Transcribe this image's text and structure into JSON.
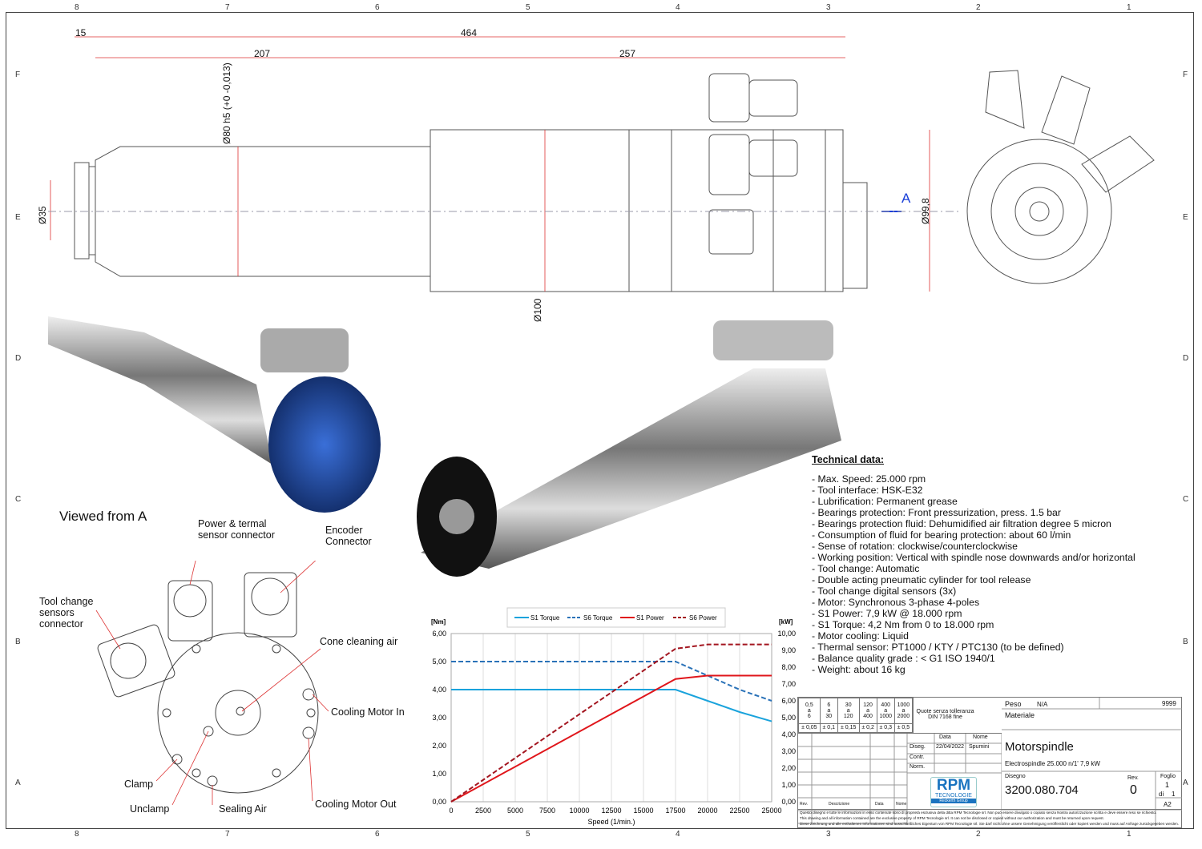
{
  "grid": {
    "columns": [
      "8",
      "7",
      "6",
      "5",
      "4",
      "3",
      "2",
      "1"
    ],
    "rows": [
      "F",
      "E",
      "D",
      "C",
      "B",
      "A"
    ]
  },
  "dimensions": {
    "d15": "15",
    "d464": "464",
    "d207": "207",
    "d257": "257",
    "dia80": "Ø80 h5 (+0 -0,013)",
    "dia35": "Ø35",
    "dia100": "Ø100",
    "dia99": "Ø99,8",
    "view_marker": "A"
  },
  "view_title": "Viewed from A",
  "callouts": {
    "power": "Power & termal sensor connector",
    "encoder": "Encoder Connector",
    "toolchange": "Tool change sensors connector",
    "cone": "Cone cleaning air",
    "cool_in": "Cooling Motor In",
    "cool_out": "Cooling Motor Out",
    "clamp": "Clamp",
    "unclamp": "Unclamp",
    "sealing": "Sealing Air"
  },
  "technical": {
    "title": "Technical data:",
    "items": [
      "- Max. Speed: 25.000 rpm",
      "- Tool interface: HSK-E32",
      "- Lubrification: Permanent grease",
      "- Bearings protection: Front pressurization, press. 1.5 bar",
      "- Bearings protection fluid: Dehumidified air filtration degree 5 micron",
      "- Consumption of fluid for bearing protection: about 60 l/min",
      "- Sense of rotation: clockwise/counterclockwise",
      "- Working position: Vertical with spindle nose downwards and/or horizontal",
      "- Tool change: Automatic",
      "- Double acting pneumatic cylinder for tool release",
      "- Tool change digital sensors (3x)",
      "- Motor: Synchronous 3-phase 4-poles",
      "- S1 Power: 7,9 kW @ 18.000 rpm",
      "- S1 Torque: 4,2 Nm from 0 to 18.000 rpm",
      "- Motor cooling: Liquid",
      "- Thermal sensor:  PT1000 / KTY / PTC130 (to be defined)",
      "- Balance quality grade : < G1 ISO 1940/1",
      "- Weight: about 16 kg"
    ]
  },
  "chart_data": {
    "type": "line",
    "xlabel": "Speed (1/min.)",
    "ylabel": "[Nm]",
    "y2label": "[kW]",
    "xlim": [
      0,
      25000
    ],
    "ylim": [
      0,
      6
    ],
    "y2lim": [
      0,
      10
    ],
    "xticks": [
      "0",
      "2500",
      "5000",
      "7500",
      "10000",
      "12500",
      "15000",
      "17500",
      "20000",
      "22500",
      "25000"
    ],
    "yticks": [
      "0,00",
      "1,00",
      "2,00",
      "3,00",
      "4,00",
      "5,00",
      "6,00"
    ],
    "y2ticks": [
      "0,00",
      "1,00",
      "2,00",
      "3,00",
      "4,00",
      "5,00",
      "6,00",
      "7,00",
      "8,00",
      "9,00",
      "10,00"
    ],
    "legend_position": "top",
    "series": [
      {
        "name": "S1 Torque",
        "axis": "left",
        "color": "#1aa3dc",
        "dash": false,
        "x": [
          0,
          17500,
          20000,
          22500,
          25000
        ],
        "y": [
          4,
          4,
          3.6,
          3.2,
          2.87
        ]
      },
      {
        "name": "S6 Torque",
        "axis": "left",
        "color": "#2a72b8",
        "dash": true,
        "x": [
          0,
          17500,
          20000,
          22500,
          25000
        ],
        "y": [
          5,
          5,
          4.5,
          4.0,
          3.6
        ]
      },
      {
        "name": "S1 Power",
        "axis": "right",
        "color": "#e0161b",
        "dash": false,
        "x": [
          0,
          17500,
          20000,
          25000
        ],
        "y": [
          0,
          7.3,
          7.5,
          7.5
        ]
      },
      {
        "name": "S6 Power",
        "axis": "right",
        "color": "#a3151f",
        "dash": true,
        "x": [
          0,
          17500,
          20000,
          25000
        ],
        "y": [
          0,
          9.1,
          9.35,
          9.35
        ]
      }
    ]
  },
  "title_block": {
    "tol_ranges": [
      "0,5\na\n6",
      "6\na\n30",
      "30\na\n120",
      "120\na\n400",
      "400\na\n1000",
      "1000\na\n2000"
    ],
    "tol_values": [
      "± 0,05",
      "± 0,1",
      "± 0,15",
      "± 0,2",
      "± 0,3",
      "± 0,5"
    ],
    "tol_note": "Quote senza tolleranza DIN 7168 fine",
    "data_h": "Data",
    "nome_h": "Nome",
    "diseg": "Diseg.",
    "diseg_date": "22/04/2022",
    "diseg_name": "Spumini",
    "contr": "Contr.",
    "norm": "Norm.",
    "rev_h": "Rev.",
    "descr_h": "Descrizione",
    "data_h2": "Data",
    "nome_h2": "Nome",
    "peso_label": "Peso",
    "peso": "N/A",
    "code": "9999",
    "materiale": "Materiale",
    "title": "Motorspindle",
    "subtitle": "Electrospindle 25.000 n/1' 7,9 kW",
    "disegno_label": "Disegno",
    "disegno": "3200.080.704",
    "rev_label": "Rev.",
    "rev": "0",
    "foglio_label": "Foglio",
    "foglio": "1",
    "di": "di",
    "di_val": "1",
    "format": "A2",
    "logo": "RPM",
    "logo_sub": "TECNOLOGIE",
    "logo_group": "Reckerth Group",
    "legal": [
      "Questo disegno e tutte le informazioni in esso contenute sono di proprietà esclusiva della ditta RPM Tecnologie srl. Non può essere divulgato o copiato senza Nostra autorizzazione scritta e deve essere reso se richiesto.",
      "This drawing and all information contained are the exclusive property of RPM Tecnologie srl. It can not be disclosed or copied without our authorization and must be returned upon request.",
      "Diese Zeichnung und alle enthaltenen Informationen sind ausschließliches Eigentum von RPM Tecnologie srl. Sie darf nicht ohne unsere Genehmigung veröffentlicht oder kopiert werden und muss auf Anfrage zurückgegeben werden."
    ]
  }
}
